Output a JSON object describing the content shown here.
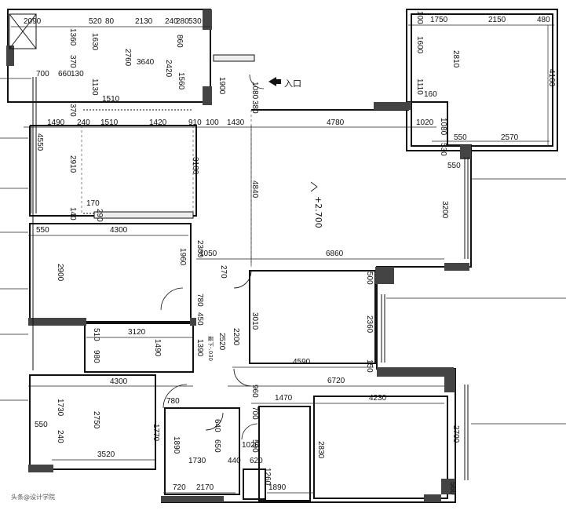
{
  "drawing": {
    "entrance_label": "入口",
    "level_mark": "+2.700",
    "small_level": "最下-.030",
    "watermark": "头条@设计学院"
  },
  "dims_h": [
    {
      "id": "d2090",
      "t": "2090"
    },
    {
      "id": "d520",
      "t": "520"
    },
    {
      "id": "d80a",
      "t": "80"
    },
    {
      "id": "d2130",
      "t": "2130"
    },
    {
      "id": "d240a",
      "t": "240"
    },
    {
      "id": "d280",
      "t": "280"
    },
    {
      "id": "d530",
      "t": "530"
    },
    {
      "id": "d3640",
      "t": "3640"
    },
    {
      "id": "d700",
      "t": "700"
    },
    {
      "id": "d660",
      "t": "660"
    },
    {
      "id": "d130",
      "t": "130"
    },
    {
      "id": "d1510a",
      "t": "1510"
    },
    {
      "id": "d1490a",
      "t": "1490"
    },
    {
      "id": "d240b",
      "t": "240"
    },
    {
      "id": "d1510b",
      "t": "1510"
    },
    {
      "id": "d1420",
      "t": "1420"
    },
    {
      "id": "d910",
      "t": "910"
    },
    {
      "id": "d100",
      "t": "100"
    },
    {
      "id": "d1430",
      "t": "1430"
    },
    {
      "id": "d4780",
      "t": "4780"
    },
    {
      "id": "d1020a",
      "t": "1020"
    },
    {
      "id": "d1750",
      "t": "1750"
    },
    {
      "id": "d2150",
      "t": "2150"
    },
    {
      "id": "d480",
      "t": "480"
    },
    {
      "id": "d160",
      "t": "160"
    },
    {
      "id": "d550a",
      "t": "550"
    },
    {
      "id": "d2570",
      "t": "2570"
    },
    {
      "id": "d550b",
      "t": "550"
    },
    {
      "id": "d170",
      "t": "170"
    },
    {
      "id": "d550c",
      "t": "550"
    },
    {
      "id": "d4300a",
      "t": "4300"
    },
    {
      "id": "d1050",
      "t": "1050"
    },
    {
      "id": "d6860",
      "t": "6860"
    },
    {
      "id": "d3120",
      "t": "3120"
    },
    {
      "id": "d4590",
      "t": "4590"
    },
    {
      "id": "d4300b",
      "t": "4300"
    },
    {
      "id": "d6720",
      "t": "6720"
    },
    {
      "id": "d1470",
      "t": "1470"
    },
    {
      "id": "d4230",
      "t": "4230"
    },
    {
      "id": "d780a",
      "t": "780"
    },
    {
      "id": "d550d",
      "t": "550"
    },
    {
      "id": "d3520",
      "t": "3520"
    },
    {
      "id": "d1730",
      "t": "1730"
    },
    {
      "id": "d440",
      "t": "440"
    },
    {
      "id": "d620",
      "t": "620"
    },
    {
      "id": "d720",
      "t": "720"
    },
    {
      "id": "d2170",
      "t": "2170"
    },
    {
      "id": "d1890",
      "t": "1890"
    },
    {
      "id": "d1020b",
      "t": "1020"
    }
  ],
  "dims_v": [
    {
      "id": "v1360",
      "t": "1360"
    },
    {
      "id": "v1630",
      "t": "1630"
    },
    {
      "id": "v2760",
      "t": "2760"
    },
    {
      "id": "v860",
      "t": "860"
    },
    {
      "id": "v2420",
      "t": "2420"
    },
    {
      "id": "v1560",
      "t": "1560"
    },
    {
      "id": "v1130",
      "t": "1130"
    },
    {
      "id": "v370a",
      "t": "370"
    },
    {
      "id": "v370b",
      "t": "370"
    },
    {
      "id": "v1900",
      "t": "1900"
    },
    {
      "id": "v1080",
      "t": "1080"
    },
    {
      "id": "v380",
      "t": "380"
    },
    {
      "id": "v4550",
      "t": "4550"
    },
    {
      "id": "v2910",
      "t": "2910"
    },
    {
      "id": "v3180",
      "t": "3180"
    },
    {
      "id": "v4840",
      "t": "4840"
    },
    {
      "id": "v140",
      "t": "140"
    },
    {
      "id": "v290",
      "t": "290"
    },
    {
      "id": "v1600",
      "t": "1600"
    },
    {
      "id": "v2810",
      "t": "2810"
    },
    {
      "id": "v4160",
      "t": "4160"
    },
    {
      "id": "v1110",
      "t": "1110"
    },
    {
      "id": "v100",
      "t": "100"
    },
    {
      "id": "v1080b",
      "t": "1080"
    },
    {
      "id": "v530",
      "t": "530"
    },
    {
      "id": "v3200",
      "t": "3200"
    },
    {
      "id": "v2900",
      "t": "2900"
    },
    {
      "id": "v1960",
      "t": "1960"
    },
    {
      "id": "v2300",
      "t": "2300"
    },
    {
      "id": "v270",
      "t": "270"
    },
    {
      "id": "v780",
      "t": "780"
    },
    {
      "id": "v500",
      "t": "500"
    },
    {
      "id": "v3010",
      "t": "3010"
    },
    {
      "id": "v2360",
      "t": "2360"
    },
    {
      "id": "v150",
      "t": "150"
    },
    {
      "id": "v450",
      "t": "450"
    },
    {
      "id": "v1390",
      "t": "1390"
    },
    {
      "id": "v2520",
      "t": "2520"
    },
    {
      "id": "v2200",
      "t": "2200"
    },
    {
      "id": "v510",
      "t": "510"
    },
    {
      "id": "v980",
      "t": "980"
    },
    {
      "id": "v1490",
      "t": "1490"
    },
    {
      "id": "v1730",
      "t": "1730"
    },
    {
      "id": "v2750",
      "t": "2750"
    },
    {
      "id": "v1770",
      "t": "1770"
    },
    {
      "id": "v1890",
      "t": "1890"
    },
    {
      "id": "v240",
      "t": "240"
    },
    {
      "id": "v2700",
      "t": "2700"
    },
    {
      "id": "v2830",
      "t": "2830"
    },
    {
      "id": "v1260",
      "t": "1260"
    },
    {
      "id": "v560",
      "t": "560"
    },
    {
      "id": "v960",
      "t": "960"
    },
    {
      "id": "v700",
      "t": "700"
    },
    {
      "id": "v640",
      "t": "640"
    },
    {
      "id": "v650",
      "t": "650"
    },
    {
      "id": "v590",
      "t": "590"
    }
  ]
}
